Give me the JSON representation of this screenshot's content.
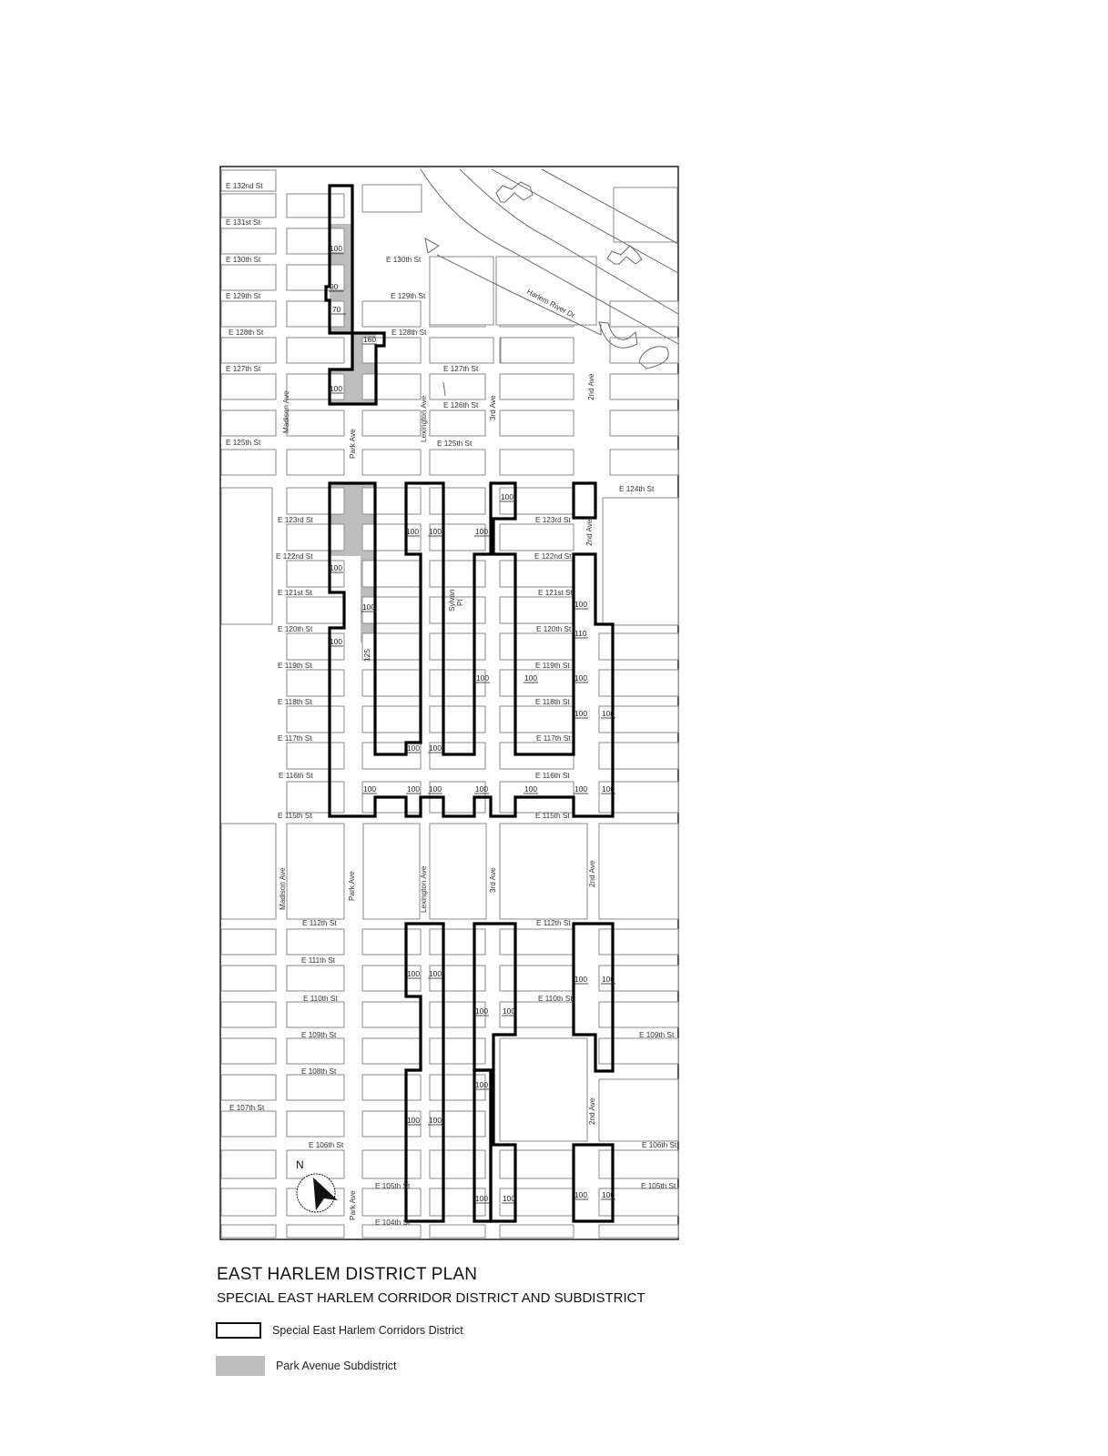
{
  "title": "EAST HARLEM DISTRICT PLAN",
  "subtitle": "SPECIAL EAST HARLEM CORRIDOR DISTRICT AND SUBDISTRICT",
  "legend": [
    {
      "label": "Special East Harlem Corridors District",
      "symbol": "black-outline"
    },
    {
      "label": "Park Avenue Subdistrict",
      "symbol": "gray-fill",
      "color": "#bdbdbd"
    }
  ],
  "north_arrow": {
    "label": "N"
  },
  "streets": {
    "e132": "E 132nd St",
    "e131": "E 131st St",
    "e130": "E 130th St",
    "e129": "E 129th St",
    "e128": "E 128th St",
    "e127": "E 127th St",
    "e126": "E 126th St",
    "e125": "E 125th St",
    "e124": "E 124th St",
    "e123": "E 123rd St",
    "e122": "E 122nd St",
    "e121": "E 121st St",
    "e120": "E 120th St",
    "e119": "E 119th St",
    "e118": "E 118th St",
    "e117": "E 117th St",
    "e116": "E 116th St",
    "e115": "E 115th St",
    "e112": "E 112th St",
    "e111": "E 111th St",
    "e110": "E 110th St",
    "e109": "E 109th St",
    "e108": "E 108th St",
    "e107": "E 107th St",
    "e106": "E 106th St",
    "e105": "E 105th St",
    "e104": "E 104th St",
    "harlem_river_dr": "Harlem River Dr",
    "sylvan_pl_a": "Sylvan",
    "sylvan_pl_b": "Pl"
  },
  "avenues": {
    "madison": "Madison Ave",
    "park": "Park Ave",
    "lexington": "Lexington Ave",
    "third": "3rd Ave",
    "second": "2nd Ave"
  },
  "depth_labels": {
    "d100": "100",
    "d90": "90",
    "d70": "70",
    "d160": "160",
    "d125": "125",
    "d110": "110"
  },
  "colors": {
    "district_outline": "#000000",
    "subdistrict_fill": "#bdbdbd",
    "block_stroke": "#8a8a8a"
  }
}
